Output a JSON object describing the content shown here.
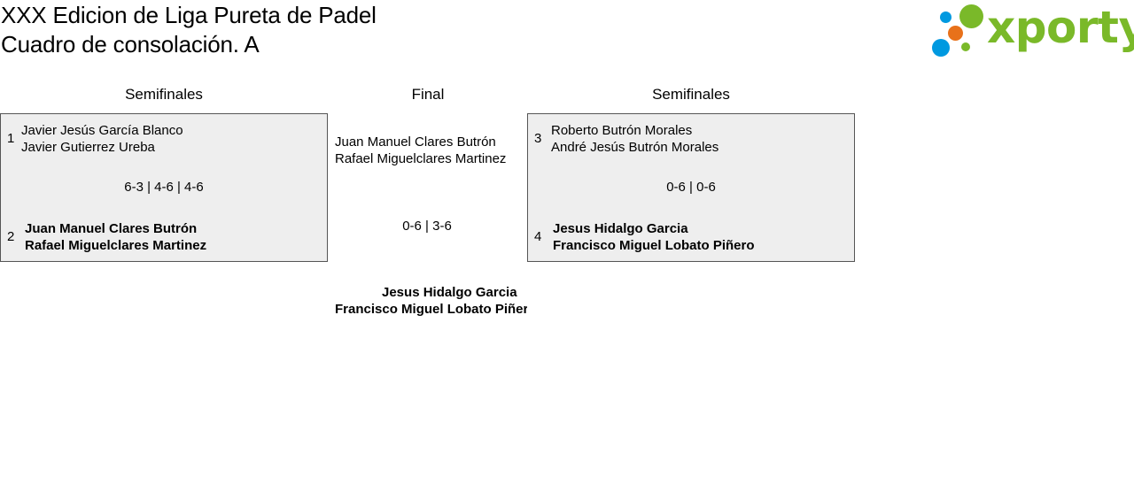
{
  "header": {
    "title_line1": "XXX Edicion de Liga Pureta de Padel",
    "title_line2": "Cuadro de consolación. A"
  },
  "logo": {
    "text": "xporty",
    "brand_green": "#7ab929",
    "brand_blue": "#0099e0",
    "brand_orange": "#e8711a"
  },
  "rounds": {
    "left": "Semifinales",
    "center": "Final",
    "right": "Semifinales"
  },
  "semifinal_left": {
    "team1": {
      "seed": "1",
      "player1": "Javier Jesús García Blanco",
      "player2": "Javier Gutierrez Ureba"
    },
    "score": "6-3 | 4-6 | 4-6",
    "team2": {
      "seed": "2",
      "player1": "Juan Manuel Clares Butrón",
      "player2": "Rafael Miguelclares Martinez"
    }
  },
  "semifinal_right": {
    "team1": {
      "seed": "3",
      "player1": "Roberto Butrón Morales",
      "player2": "André Jesús Butrón Morales"
    },
    "score": "0-6 | 0-6",
    "team2": {
      "seed": "4",
      "player1": "Jesus Hidalgo Garcia",
      "player2": "Francisco Miguel Lobato Piñero"
    }
  },
  "final": {
    "team1": {
      "player1": "Juan Manuel Clares Butrón",
      "player2": "Rafael Miguelclares Martinez"
    },
    "score": "0-6 | 3-6",
    "team2": {
      "player1": "Jesus Hidalgo Garcia",
      "player2": "Francisco Miguel Lobato Piñero"
    }
  }
}
